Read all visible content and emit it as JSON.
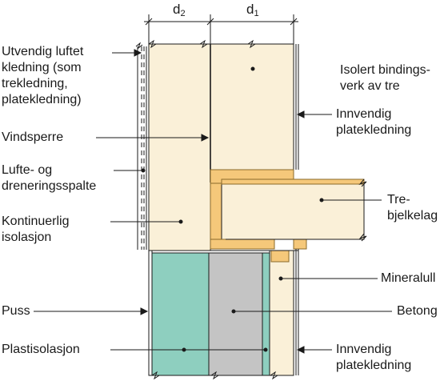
{
  "dimensions": {
    "d2": {
      "base": "d",
      "sub": "2"
    },
    "d1": {
      "base": "d",
      "sub": "1"
    }
  },
  "labels": {
    "utvendig_luftet_kledning": "Utvendig luftet\nkledning (som\ntrekledning,\nplatekledning)",
    "isolert_bindingsverk": "Isolert bindings-\nverk av tre",
    "innvendig_platekledning_top": "Innvendig\nplatekledning",
    "vindsperre": "Vindsperre",
    "lufte_dreneringsspalte": "Lufte- og\ndreneringsspalte",
    "trebjelkelag": "Tre-\nbjelkelag",
    "kontinuerlig_isolasjon": "Kontinuerlig\nisolasjon",
    "mineralull": "Mineralull",
    "puss": "Puss",
    "betong": "Betong",
    "plastisolasjon": "Plastisolasjon",
    "innvendig_platekledning_bottom": "Innvendig\nplatekledning"
  },
  "colors": {
    "insulation": "#faf0d8",
    "timber": "#f5c87a",
    "timber_stroke": "#8a6a2a",
    "plastic_insulation": "#8ecfbf",
    "concrete": "#c4c4c4",
    "line": "#1a1a1a"
  }
}
